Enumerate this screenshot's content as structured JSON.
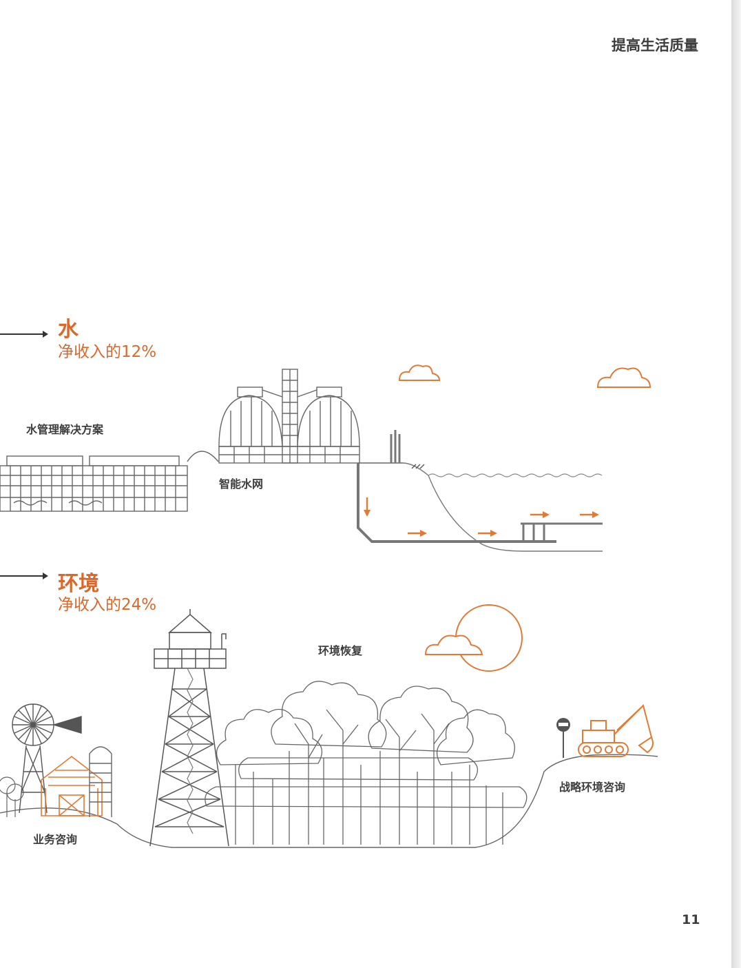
{
  "header": {
    "title": "提高生活质量"
  },
  "water": {
    "title": "水",
    "subtitle": "净收入的12%",
    "labels": {
      "solutions": "水管理解决方案",
      "smart_grid": "智能水网"
    }
  },
  "environment": {
    "title": "环境",
    "subtitle": "净收入的24%",
    "labels": {
      "restoration": "环境恢复",
      "business_consulting": "业务咨询",
      "strategic_consulting": "战略环境咨询"
    }
  },
  "footer": {
    "page_number": "11"
  },
  "colors": {
    "accent": "#d9682a",
    "line": "#555555",
    "text": "#3d3d3d"
  }
}
